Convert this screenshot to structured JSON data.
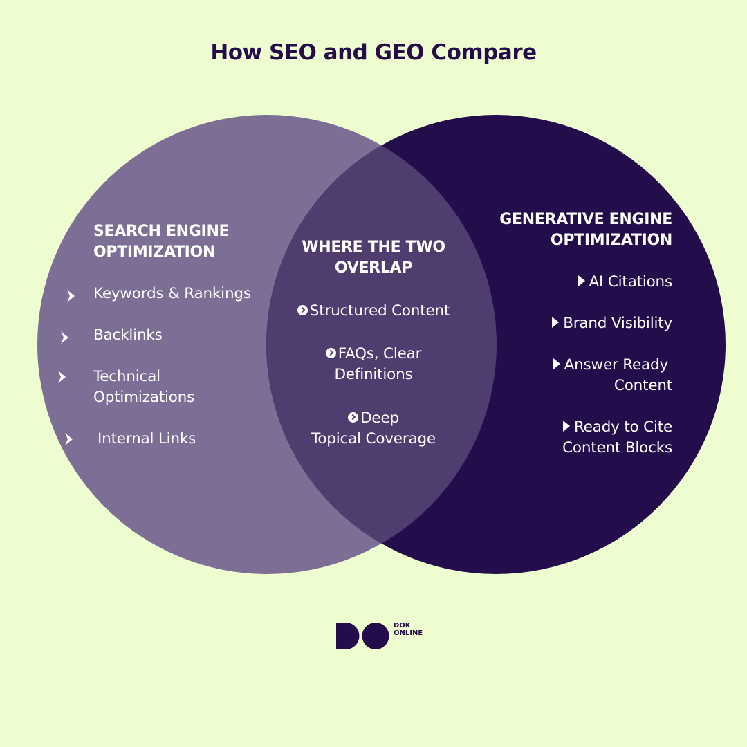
{
  "title": "How SEO and GEO Compare",
  "colors": {
    "background": "#eefdcf",
    "seo_circle": "#7c6e94",
    "geo_circle": "#230d4a",
    "overlap": "#503d70",
    "title_text": "#240d4a"
  },
  "seo": {
    "heading_line1": "SEARCH ENGINE",
    "heading_line2": "OPTIMIZATION",
    "items": [
      {
        "line1": "Keywords & Rankings",
        "icon": "chevron-right-icon"
      },
      {
        "line1": "Backlinks",
        "icon": "chevron-right-icon"
      },
      {
        "line1": "Technical",
        "line2": "Optimizations",
        "icon": "chevron-right-icon"
      },
      {
        "line1": "Internal Links",
        "icon": "chevron-right-icon"
      }
    ]
  },
  "overlap": {
    "heading_line1": "WHERE THE TWO",
    "heading_line2": "OVERLAP",
    "items": [
      {
        "line1": "Structured Content",
        "icon": "circle-arrow-icon"
      },
      {
        "line1": "FAQs, Clear",
        "line2": "Definitions",
        "icon": "circle-arrow-icon"
      },
      {
        "line1": "Deep",
        "line2": "Topical Coverage",
        "icon": "circle-arrow-icon"
      }
    ]
  },
  "geo": {
    "heading_line1": "GENERATIVE ENGINE",
    "heading_line2": "OPTIMIZATION",
    "items": [
      {
        "line1": "AI Citations",
        "icon": "chevron-right-icon"
      },
      {
        "line1": "Brand Visibility",
        "icon": "chevron-right-icon"
      },
      {
        "line1": "Answer Ready",
        "line2": "Content",
        "icon": "chevron-right-icon"
      },
      {
        "line1": "Ready to Cite",
        "line2": "Content Blocks",
        "icon": "chevron-right-icon"
      }
    ]
  },
  "logo": {
    "mark": "DO",
    "text_line1": "DOK",
    "text_line2": "ONLINE"
  }
}
